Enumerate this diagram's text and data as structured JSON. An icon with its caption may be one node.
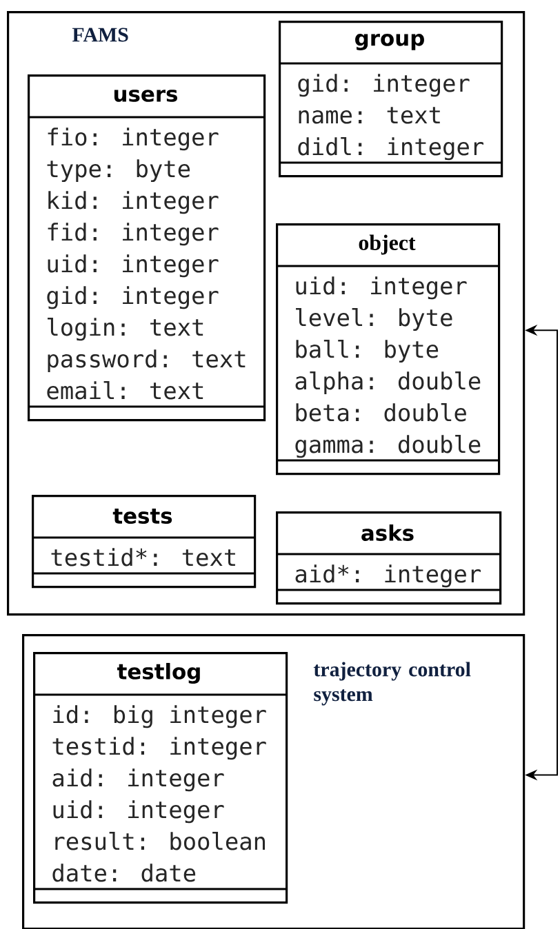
{
  "diagram": {
    "nodes": [
      {
        "text": [
          "FAMS"
        ]
      },
      {
        "text": [
          "group",
          "gid: integer",
          "name: text",
          "didl: integer"
        ],
        "in": 0
      },
      {
        "text": [
          "users",
          "fio: integer",
          "type: byte",
          "kid: integer",
          "fid: integer",
          "uid: integer",
          "gid: integer",
          "login: text",
          "password: text",
          "email: text"
        ],
        "in": 0
      },
      {
        "text": [
          "object",
          "uid: integer",
          "level: byte",
          "ball: byte",
          "alpha: double",
          "beta: double",
          "gamma: double"
        ],
        "in": 0
      },
      {
        "text": [
          "tests",
          "testid*: text"
        ],
        "in": 0
      },
      {
        "text": [
          "asks",
          "aid*: integer"
        ],
        "in": 0
      },
      {
        "text": [
          "trajectory control system"
        ]
      },
      {
        "text": [
          "testlog",
          "id: big integer",
          "testid: integer",
          "aid: integer",
          "uid: integer",
          "result: boolean",
          "date: date"
        ],
        "in": 6
      }
    ],
    "edges": [
      {
        "from": 0,
        "to": 6,
        "arrow": "both"
      }
    ]
  }
}
